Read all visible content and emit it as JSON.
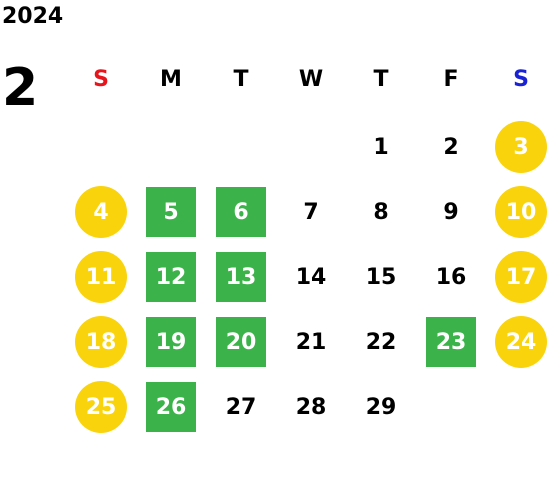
{
  "calendar": {
    "year": "2024",
    "month": "2",
    "weekdays": [
      {
        "label": "S",
        "color": "#e8141b"
      },
      {
        "label": "M",
        "color": "#000000"
      },
      {
        "label": "T",
        "color": "#000000"
      },
      {
        "label": "W",
        "color": "#000000"
      },
      {
        "label": "T",
        "color": "#000000"
      },
      {
        "label": "F",
        "color": "#000000"
      },
      {
        "label": "S",
        "color": "#1a22d6"
      }
    ],
    "highlight_colors": {
      "holiday": "#f9d30c",
      "marked": "#3cb34a"
    },
    "weeks": [
      [
        null,
        null,
        null,
        null,
        {
          "day": "1",
          "style": "plain"
        },
        {
          "day": "2",
          "style": "plain"
        },
        {
          "day": "3",
          "style": "yellow"
        }
      ],
      [
        {
          "day": "4",
          "style": "yellow"
        },
        {
          "day": "5",
          "style": "green"
        },
        {
          "day": "6",
          "style": "green"
        },
        {
          "day": "7",
          "style": "plain"
        },
        {
          "day": "8",
          "style": "plain"
        },
        {
          "day": "9",
          "style": "plain"
        },
        {
          "day": "10",
          "style": "yellow"
        }
      ],
      [
        {
          "day": "11",
          "style": "yellow"
        },
        {
          "day": "12",
          "style": "green"
        },
        {
          "day": "13",
          "style": "green"
        },
        {
          "day": "14",
          "style": "plain"
        },
        {
          "day": "15",
          "style": "plain"
        },
        {
          "day": "16",
          "style": "plain"
        },
        {
          "day": "17",
          "style": "yellow"
        }
      ],
      [
        {
          "day": "18",
          "style": "yellow"
        },
        {
          "day": "19",
          "style": "green"
        },
        {
          "day": "20",
          "style": "green"
        },
        {
          "day": "21",
          "style": "plain"
        },
        {
          "day": "22",
          "style": "plain"
        },
        {
          "day": "23",
          "style": "green"
        },
        {
          "day": "24",
          "style": "yellow"
        }
      ],
      [
        {
          "day": "25",
          "style": "yellow"
        },
        {
          "day": "26",
          "style": "green"
        },
        {
          "day": "27",
          "style": "plain"
        },
        {
          "day": "28",
          "style": "plain"
        },
        {
          "day": "29",
          "style": "plain"
        },
        null,
        null
      ]
    ]
  }
}
